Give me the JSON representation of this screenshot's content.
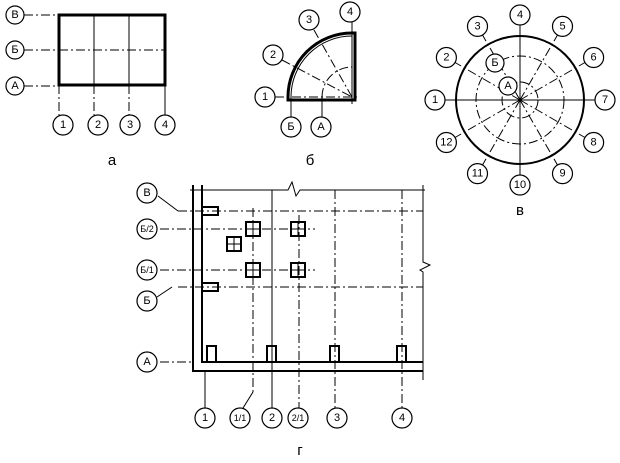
{
  "captions": {
    "a": "а",
    "b": "б",
    "v": "в",
    "g": "г"
  },
  "diagram_a": {
    "rows": [
      "В",
      "Б",
      "А"
    ],
    "cols": [
      "1",
      "2",
      "3",
      "4"
    ]
  },
  "diagram_b": {
    "radial": [
      "1",
      "2",
      "3",
      "4"
    ],
    "rings": [
      "Б",
      "А"
    ]
  },
  "diagram_v": {
    "radial": [
      "1",
      "2",
      "3",
      "4",
      "5",
      "6",
      "7",
      "8",
      "9",
      "10",
      "11",
      "12"
    ],
    "rings": [
      "Б",
      "А"
    ]
  },
  "diagram_g": {
    "rows": [
      "В",
      "Б/2",
      "Б/1",
      "Б",
      "А"
    ],
    "cols": [
      "1",
      "1/1",
      "2",
      "2/1",
      "3",
      "4"
    ]
  }
}
